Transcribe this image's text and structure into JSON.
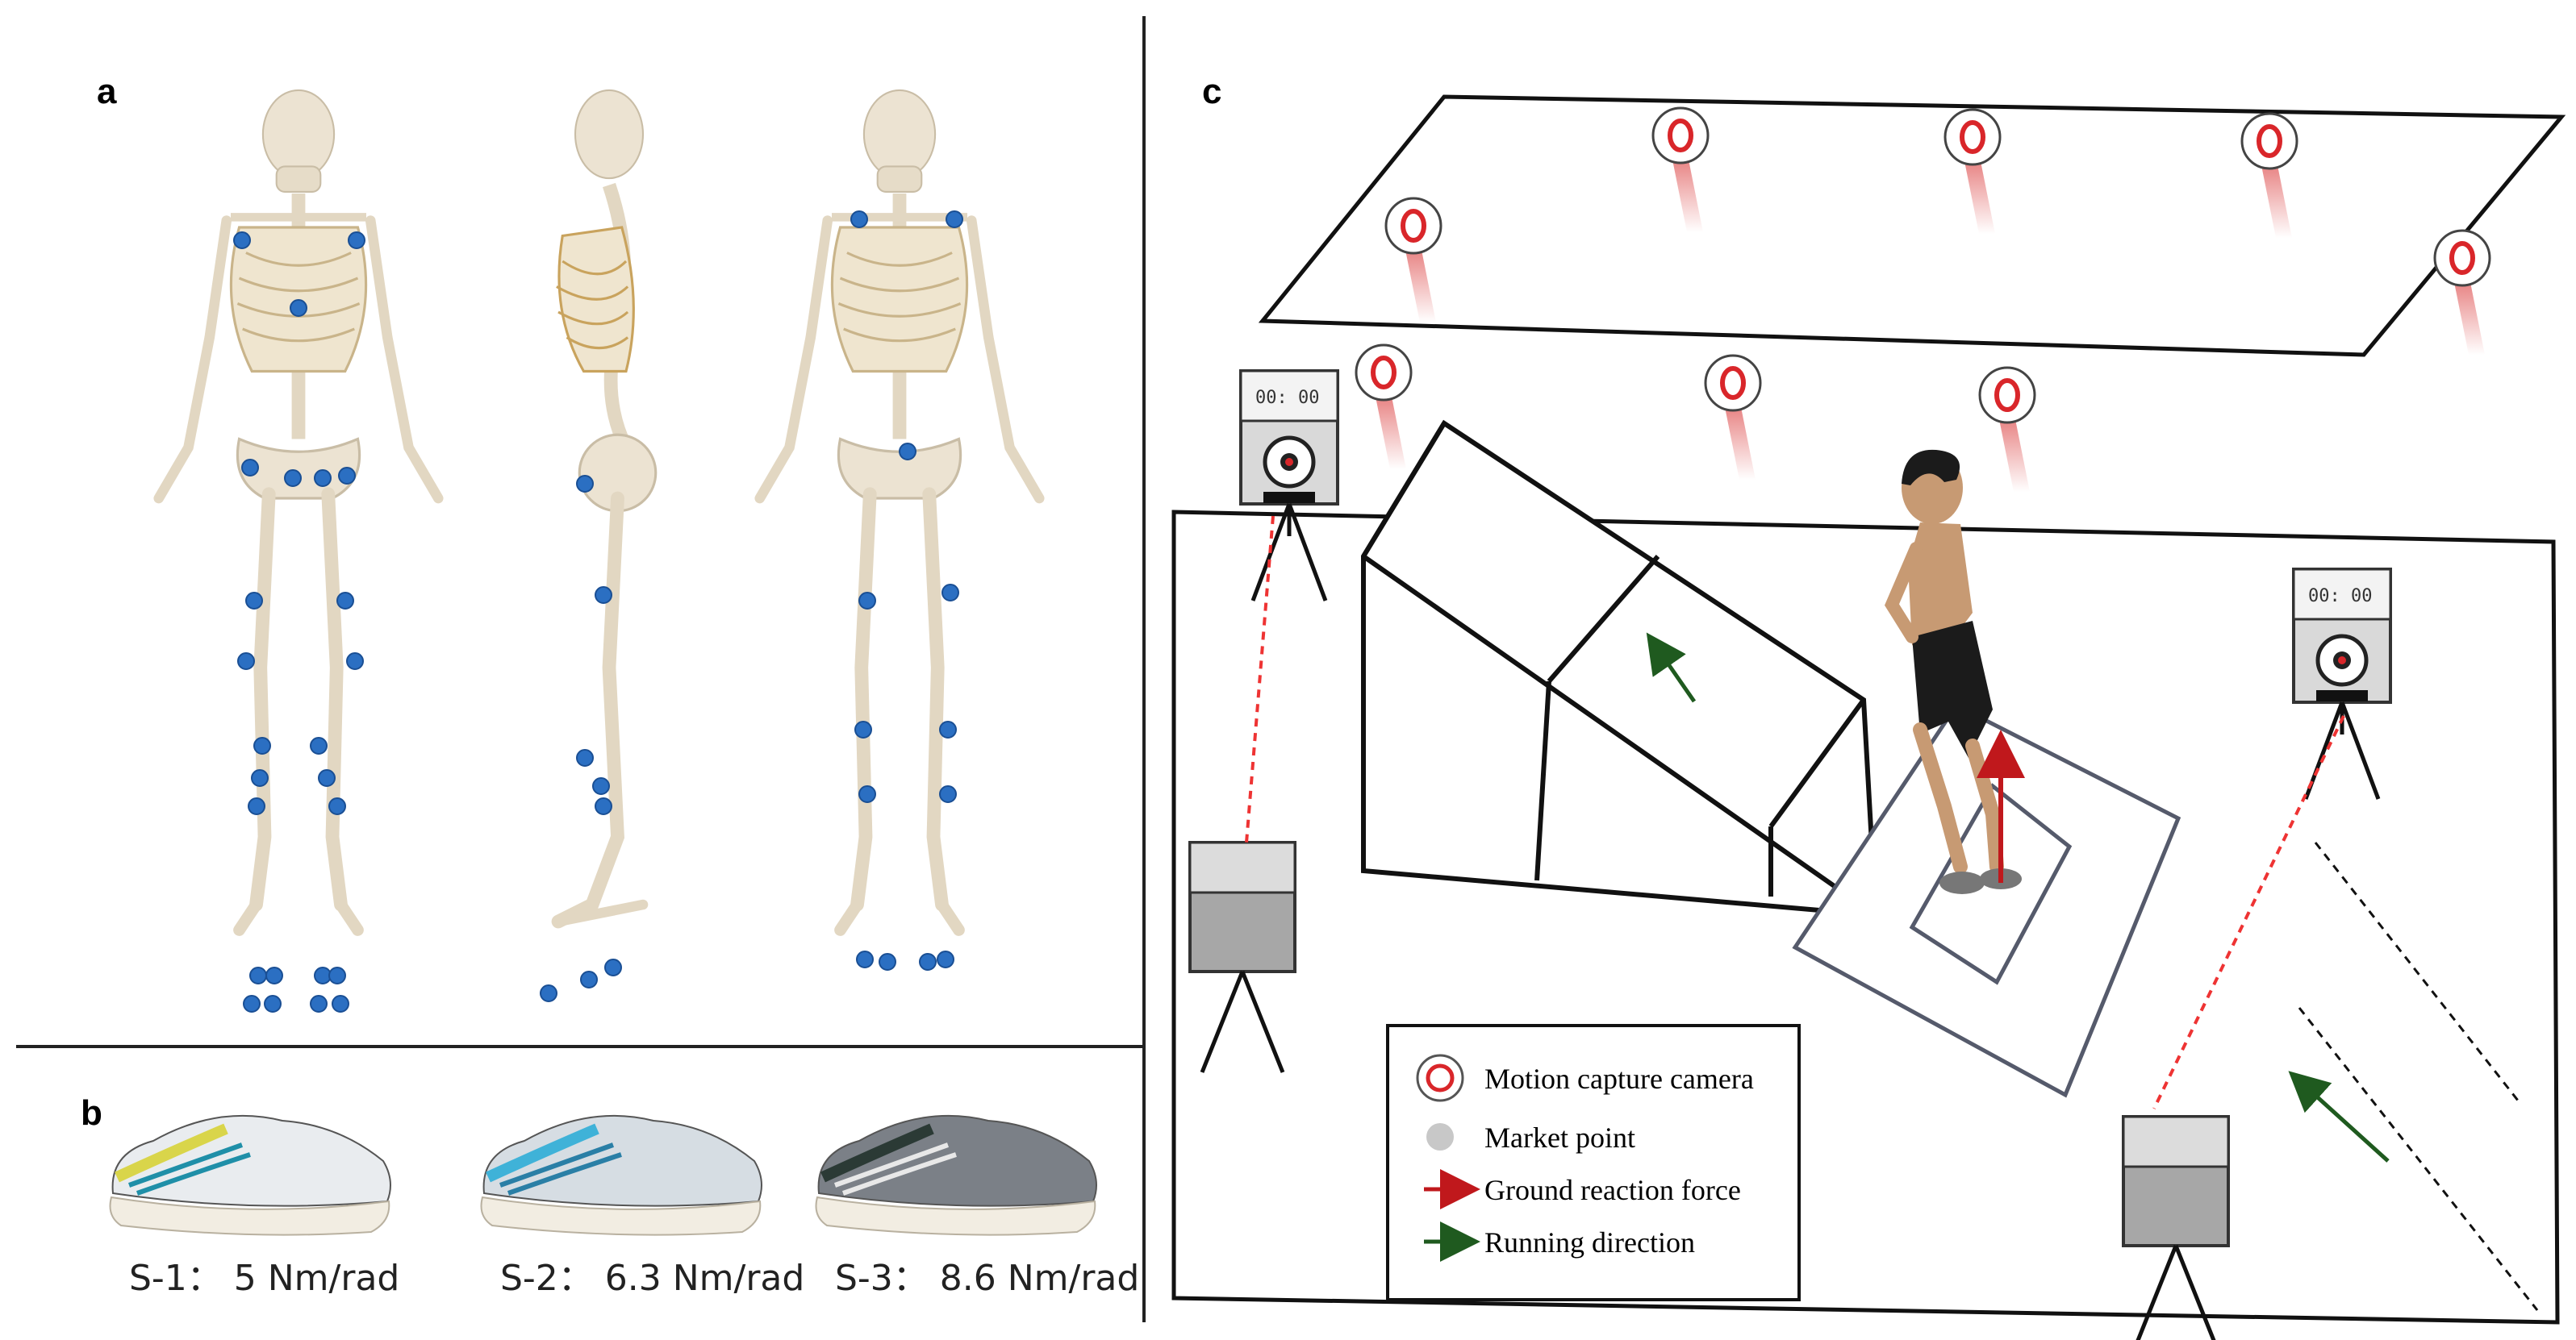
{
  "panels": {
    "a": {
      "letter": "a"
    },
    "b": {
      "letter": "b",
      "shoes": [
        {
          "label": "S-1：  5 Nm/rad",
          "upper": "#e9ecef",
          "accent": "#d9d54a",
          "stripe": "#1f8fa8"
        },
        {
          "label": "S-2：  6.3 Nm/rad",
          "upper": "#d6dde3",
          "accent": "#3fb2d8",
          "stripe": "#2a7fa6"
        },
        {
          "label": "S-3：  8.6 Nm/rad",
          "upper": "#7b8087",
          "accent": "#2b3a35",
          "stripe": "#e8e8e8"
        }
      ]
    },
    "c": {
      "letter": "c",
      "clock_text": "00: 00",
      "legend": {
        "items": [
          {
            "icon": "camera-ring-icon",
            "label": "Motion capture camera"
          },
          {
            "icon": "gray-dot-icon",
            "label": "Market point"
          },
          {
            "icon": "red-arrow-icon",
            "label": "Ground reaction force"
          },
          {
            "icon": "green-arrow-icon",
            "label": "Running direction"
          }
        ]
      }
    }
  },
  "colors": {
    "marker_blue": "#2b6fc2",
    "bone": "#ece3d2",
    "camera_red": "#d9262a",
    "force_red": "#c0181c",
    "direction_green": "#1f5a1f"
  }
}
